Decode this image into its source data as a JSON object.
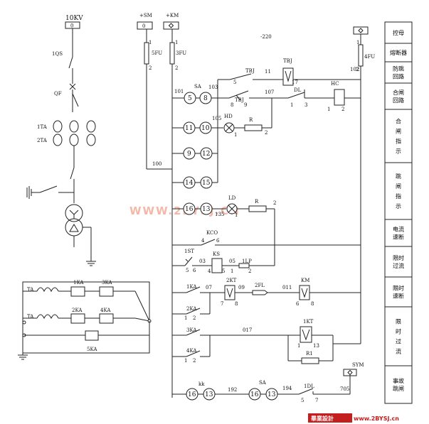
{
  "primary": {
    "bus": "10KV",
    "bus_num": "0",
    "qs": "1QS",
    "qf": "QF",
    "ta1": "1TA",
    "ta2": "2TA"
  },
  "ct_circuit": {
    "ta_top": "TA",
    "ta_bottom": "TA",
    "k1": "1KA",
    "k3": "3KA",
    "k2": "2KA",
    "k4": "4KA",
    "k5": "5KA"
  },
  "dc": {
    "sm": "+SM",
    "km": "+KM",
    "fu5": "5FU",
    "fu3": "3FU",
    "fu4": "4FU",
    "n220": "-220",
    "n102": "102",
    "one": "1",
    "two": "2",
    "zero": "0"
  },
  "control": {
    "sa": "SA",
    "n101": "101",
    "n103": "103",
    "tbj": "TBJ",
    "n5": "5",
    "n11": "11",
    "n17": "17",
    "n107": "107",
    "dl": "DL",
    "hc": "HC",
    "n8": "8",
    "n9": "9",
    "n3": "3",
    "n105": "105",
    "hd": "HD",
    "r": "R",
    "n100": "100",
    "ld": "LD",
    "n135": "135",
    "kco": "KCO",
    "n4": "4",
    "n6": "6",
    "ist": "1ST",
    "n03": "03",
    "ks": "KS",
    "n05": "05",
    "ilp": "1LP",
    "n1ka": "1KA",
    "n07": "07",
    "n2kt": "2KT",
    "n09": "09",
    "n2fl": "2FL",
    "n011": "011",
    "km": "KM",
    "n2ka": "2KA",
    "n3ka": "3KA",
    "n017": "017",
    "n1kt": "1KT",
    "n13": "13",
    "r1": "R1",
    "n4ka": "4KA",
    "kk": "kk",
    "n192": "192",
    "n194": "194",
    "ndl": "1DL",
    "n705": "705",
    "sym": "SYM",
    "n7": "7"
  },
  "circles": {
    "c5": "5",
    "c8": "8",
    "c11": "11",
    "c10": "10",
    "c9": "9",
    "c12": "12",
    "c14": "14",
    "c15": "15",
    "c16": "16",
    "c13": "13",
    "c16b": "16",
    "c13b": "13",
    "c16c": "16",
    "c13c": "13"
  },
  "legend": [
    "控母",
    "熔断器",
    "防跳\n回路",
    "合闸\n回路",
    "合\n闸\n指\n示",
    "跳\n闸\n指\n示",
    "电流\n速断",
    "限时\n过流",
    "限时\n速断",
    "限\n时\n过\n流",
    "事故\n跳闸"
  ],
  "watermark": "WWW.2BYSJ.CN",
  "footer": {
    "brand": "畢業設計",
    "url": "www.2BYSJ.cn"
  }
}
